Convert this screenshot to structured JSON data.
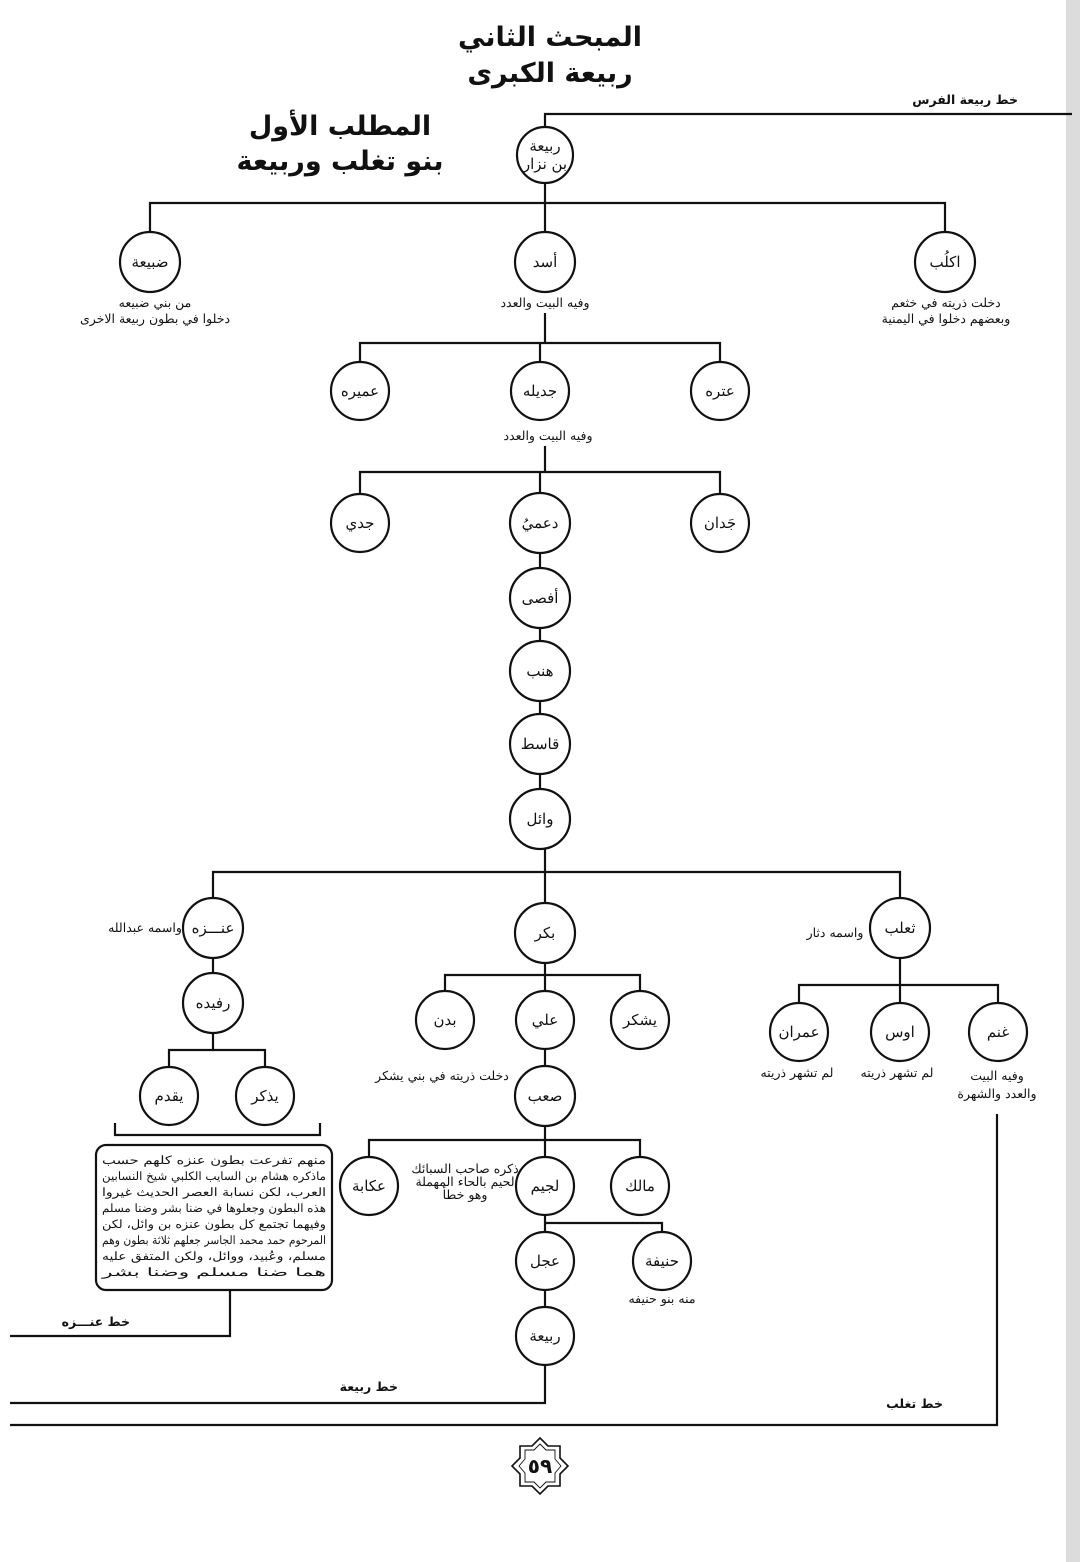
{
  "section": {
    "title": "المبحث الثاني",
    "subtitle": "ربيعة الكبرى"
  },
  "subsection": {
    "title": "المطلب الأول",
    "subtitle": "بنو تغلب وربيعة"
  },
  "line_labels": {
    "faras": "خط ربيعة الفرس",
    "anaza": "خط عنـــزه",
    "rabia": "خط ربيعة",
    "taghlib": "خط تغلب"
  },
  "nodes": {
    "rabia_root": [
      "ربيعة",
      "بن نزار"
    ],
    "dubaia": [
      "ضبيعة"
    ],
    "asad": [
      "أسد"
    ],
    "aklub": [
      "اكلُب"
    ],
    "umaira": [
      "عميره"
    ],
    "jadila": [
      "جديله"
    ],
    "atza": [
      "عتره"
    ],
    "jadi": [
      "جدي"
    ],
    "dumi": [
      "دعميُ"
    ],
    "jadan": [
      "جَدان"
    ],
    "afsa": [
      "أفصى"
    ],
    "hinb": [
      "هنب"
    ],
    "qasit": [
      "قاسط"
    ],
    "wail": [
      "وائل"
    ],
    "anaza": [
      "عنـــزه"
    ],
    "bakr": [
      "بكر"
    ],
    "taghlib": [
      "ثعلب"
    ],
    "rufaida": [
      "رفيده"
    ],
    "yaqdum": [
      "يقدم"
    ],
    "yadhkur": [
      "يذكر"
    ],
    "badan": [
      "بدن"
    ],
    "ali": [
      "علي"
    ],
    "yashkur": [
      "يشكر"
    ],
    "imran": [
      "عمران"
    ],
    "aws": [
      "اوس"
    ],
    "ghanm": [
      "غنم"
    ],
    "saab": [
      "صعب"
    ],
    "ukaba": [
      "عكابة"
    ],
    "lujaim": [
      "لجيم"
    ],
    "malik": [
      "مالك"
    ],
    "ijl": [
      "عجل"
    ],
    "hanifa": [
      "حنيفة"
    ],
    "rabia2": [
      "ربيعة"
    ]
  },
  "notes": {
    "dubaia": [
      "من بني ضبيعه",
      "دخلوا في بطون ربيعة الاخرى"
    ],
    "asad": [
      "وفيه البيت والعدد"
    ],
    "aklub": [
      "دخلت ذريته في خثعم",
      "وبعضهم دخلوا في اليمنية"
    ],
    "jadila": [
      "وفيه البيت والعدد"
    ],
    "anaza": [
      "واسمه عبدالله"
    ],
    "taghlib": [
      "واسمه دثار"
    ],
    "ali": [
      "دخلت ذريته في بني يشكر"
    ],
    "imran": [
      "لم تشهر ذريته"
    ],
    "aws": [
      "لم تشهر ذريته"
    ],
    "ghanm": [
      "وفيه البيت",
      "والعدد والشهرة"
    ],
    "lujaim": [
      "ذكره صاحب السبائك",
      "لحيم بالحاء المهملة",
      "وهو خطأ"
    ],
    "hanifa": [
      "منه بنو حنيفه"
    ]
  },
  "anaza_box": [
    "منهم تفرعت بطون عنزه كلهم حسب",
    "ماذكره هشام بن السايب الكلبي شيخ النسابين",
    "العرب، لكن نسابة العصر الحديث غيروا",
    "هذه البطون وجعلوها في ضنا بشر وضنا مسلم",
    "وفيهما تجتمع كل بطون عنزه بن وائل، لكن",
    "المرحوم حمد محمد الجاسر جعلهم ثلاثة بطون وهم",
    "مسلم، وعُبيد، ووائل، ولكن المتفق عليه",
    "هما ضنا مسلم وضنا بشر"
  ],
  "page_number": "٥٩"
}
